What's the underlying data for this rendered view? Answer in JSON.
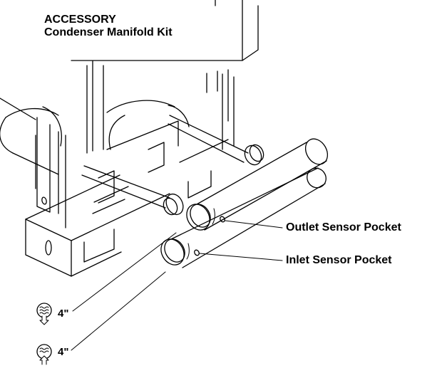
{
  "title": {
    "line1": "ACCESSORY",
    "line2": "Condenser Manifold Kit"
  },
  "callouts": {
    "outlet": "Outlet Sensor Pocket",
    "inlet": "Inlet Sensor Pocket"
  },
  "connections": [
    {
      "size": "4\"",
      "icon": "water-outflow-icon"
    },
    {
      "size": "4\"",
      "icon": "water-inflow-icon"
    }
  ],
  "colors": {
    "line": "#000000",
    "background": "#ffffff"
  }
}
